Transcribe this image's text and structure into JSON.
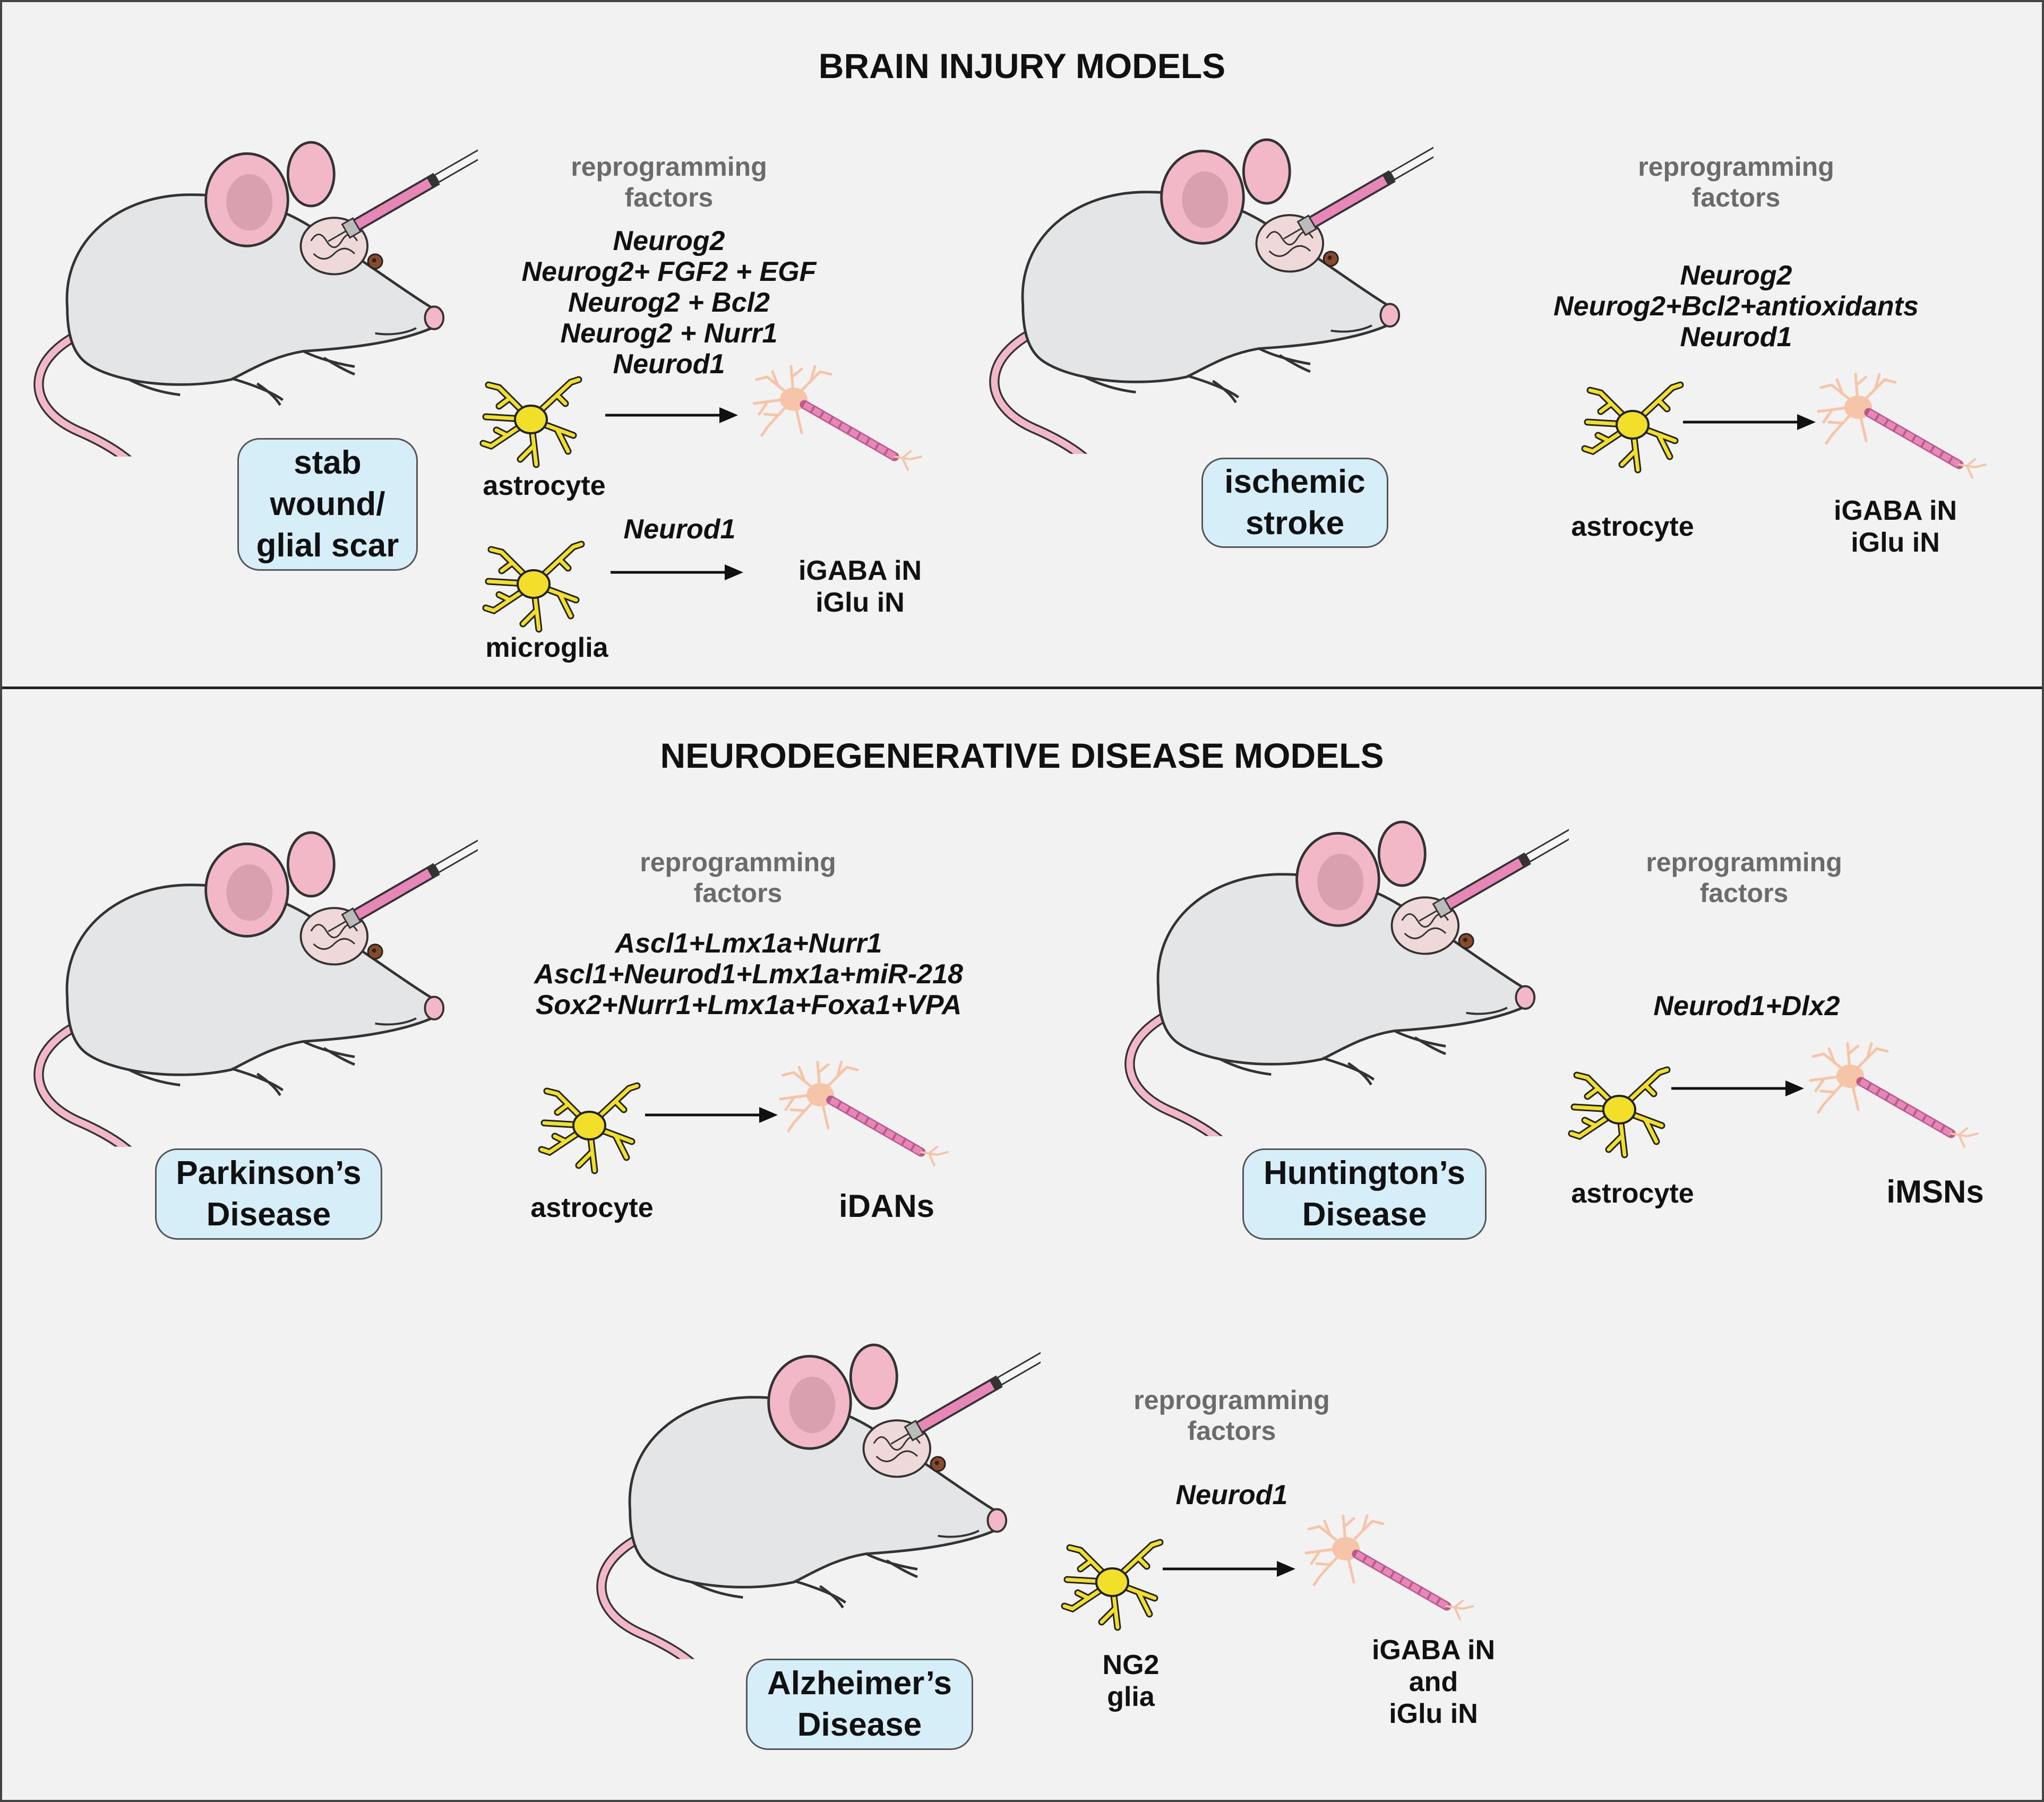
{
  "colors": {
    "background": "#f2f2f2",
    "label_box_fill": "#d6eef8",
    "mouse_body": "#e4e5e7",
    "mouse_pink": "#f2b8c8",
    "glia_yellow": "#f2df2a",
    "neuron_peach": "#f6c4a6",
    "axon_pink": "#e787b7",
    "factor_header_gray": "#6b6b6b"
  },
  "sections": {
    "brain_injury": {
      "title": "BRAIN INJURY MODELS"
    },
    "neurodegenerative": {
      "title": "NEURODEGENERATIVE DISEASE MODELS"
    }
  },
  "panels": {
    "stab": {
      "model_lines": [
        "stab",
        "wound/",
        "glial scar"
      ],
      "factors_header": [
        "reprogramming",
        "factors"
      ],
      "astrocyte_factors": [
        "Neurog2",
        "Neurog2+ FGF2 + EGF",
        "Neurog2 + Bcl2",
        "Neurog2 + Nurr1",
        "Neurod1"
      ],
      "source_cell_1": "astrocyte",
      "microglia_factor": "Neurod1",
      "microglia_output": [
        "iGABA iN",
        "iGlu iN"
      ],
      "source_cell_2": "microglia",
      "mouse_icon": "mouse-injection-icon"
    },
    "ischemic": {
      "model_lines": [
        "ischemic",
        "stroke"
      ],
      "factors_header": [
        "reprogramming",
        "factors"
      ],
      "factors": [
        "Neurog2",
        "Neurog2+Bcl2+antioxidants",
        "Neurod1"
      ],
      "source_cell": "astrocyte",
      "output": [
        "iGABA iN",
        "iGlu iN"
      ],
      "mouse_icon": "mouse-injection-icon"
    },
    "parkinsons": {
      "model_lines": [
        "Parkinson’s",
        "Disease"
      ],
      "factors_header": [
        "reprogramming",
        "factors"
      ],
      "factors": [
        "Ascl1+Lmx1a+Nurr1",
        "Ascl1+Neurod1+Lmx1a+miR-218",
        "Sox2+Nurr1+Lmx1a+Foxa1+VPA"
      ],
      "source_cell": "astrocyte",
      "output": "iDANs",
      "mouse_icon": "mouse-injection-icon"
    },
    "huntingtons": {
      "model_lines": [
        "Huntington’s",
        "Disease"
      ],
      "factors_header": [
        "reprogramming",
        "factors"
      ],
      "factors": [
        "Neurod1+Dlx2"
      ],
      "source_cell": "astrocyte",
      "output": "iMSNs",
      "mouse_icon": "mouse-injection-icon"
    },
    "alzheimers": {
      "model_lines": [
        "Alzheimer’s",
        "Disease"
      ],
      "factors_header": [
        "reprogramming",
        "factors"
      ],
      "factors": [
        "Neurod1"
      ],
      "source_cell": [
        "NG2",
        "glia"
      ],
      "output": [
        "iGABA iN",
        "and",
        "iGlu iN"
      ],
      "mouse_icon": "mouse-injection-icon"
    }
  }
}
